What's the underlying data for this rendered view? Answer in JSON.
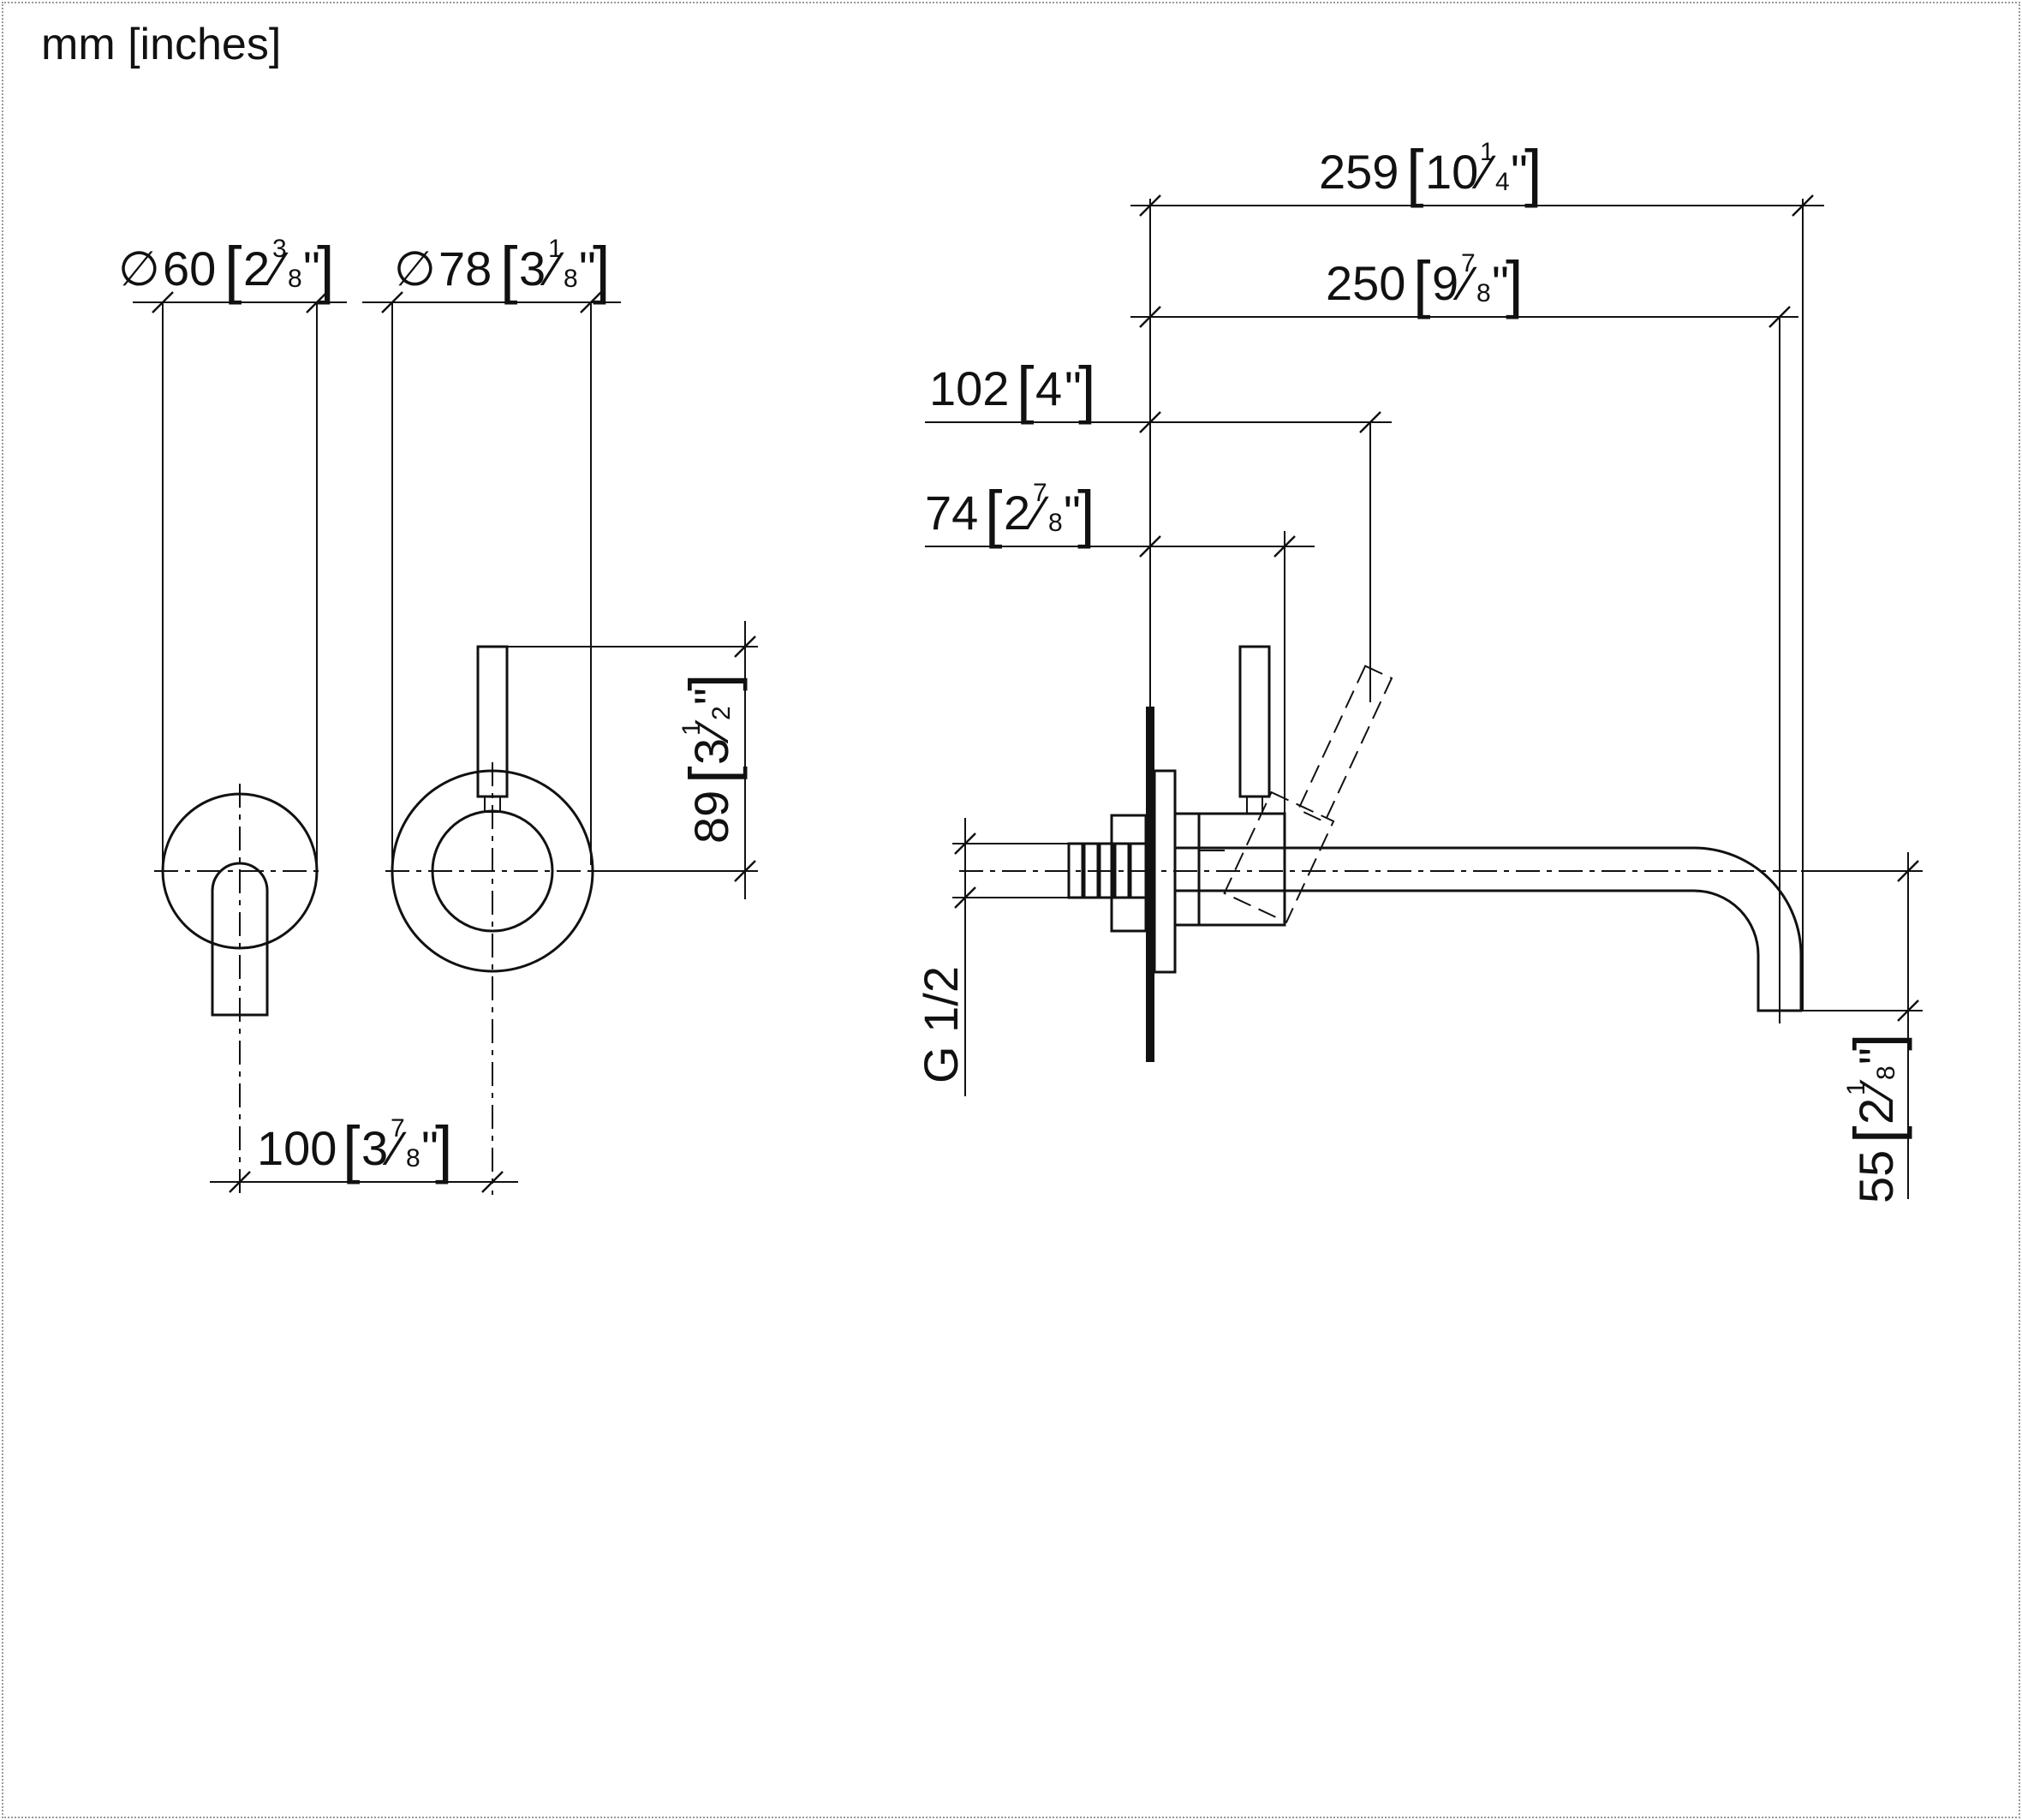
{
  "units_label": "mm  [inches]",
  "front_view": {
    "spout_diameter": {
      "mm": "60",
      "inch_whole": "2",
      "inch_num": "3",
      "inch_den": "8"
    },
    "handle_diameter": {
      "mm": "78",
      "inch_whole": "3",
      "inch_num": "1",
      "inch_den": "8"
    },
    "spacing": {
      "mm": "100",
      "inch_whole": "3",
      "inch_num": "7",
      "inch_den": "8"
    },
    "lever_height": {
      "mm": "89",
      "inch_whole": "3",
      "inch_num": "1",
      "inch_den": "2"
    }
  },
  "side_view": {
    "overall_length": {
      "mm": "259",
      "inch_whole": "10",
      "inch_num": "1",
      "inch_den": "4"
    },
    "spout_length": {
      "mm": "250",
      "inch_whole": "9",
      "inch_num": "7",
      "inch_den": "8"
    },
    "lever_swing": {
      "mm": "102",
      "inch_whole": "4",
      "inch_num": "",
      "inch_den": ""
    },
    "lever_offset": {
      "mm": "74",
      "inch_whole": "2",
      "inch_num": "7",
      "inch_den": "8"
    },
    "thread": "G 1/2",
    "spout_drop": {
      "mm": "55",
      "inch_whole": "2",
      "inch_num": "1",
      "inch_den": "8"
    }
  },
  "symbols": {
    "diameter": "∅",
    "inch_mark": "\"",
    "frac_bar": "⁄"
  }
}
